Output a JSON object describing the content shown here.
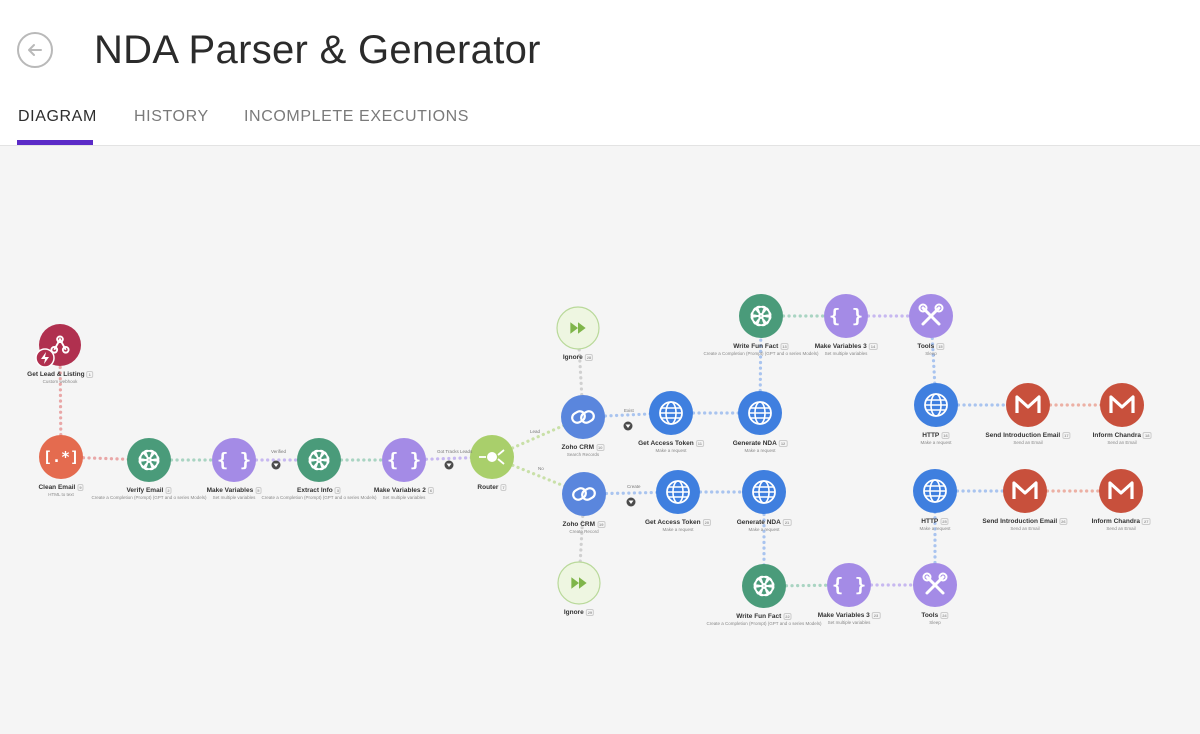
{
  "app": {
    "title": "NDA Parser & Generator"
  },
  "tabs": [
    {
      "label": "DIAGRAM",
      "active": true
    },
    {
      "label": "HISTORY",
      "active": false
    },
    {
      "label": "INCOMPLETE EXECUTIONS",
      "active": false
    }
  ],
  "colors": {
    "accent": "#5b2bc7",
    "webhook": "#b0304f",
    "text_parser": "#e46b4f",
    "openai": "#4a9b7a",
    "variables": "#a48be6",
    "router": "#a9cf6b",
    "zoho": "#5a86dd",
    "http": "#3f7fdf",
    "tools": "#a48be6",
    "gmail": "#c8503c",
    "ignore": "#a9cf6b"
  },
  "modules": [
    {
      "key": "get_lead",
      "label": "Get Lead & Listing",
      "sub": "Custom webhook",
      "icon": "webhook-icon",
      "color": "#b0304f",
      "id": "1"
    },
    {
      "key": "clean_email",
      "label": "Clean Email",
      "sub": "HTML to text",
      "icon": "text-parser-icon",
      "color": "#e46b4f",
      "id": "9"
    },
    {
      "key": "verify_email",
      "label": "Verify Email",
      "sub": "Create a Completion (Prompt) (GPT and o series Models)",
      "icon": "openai-icon",
      "color": "#4a9b7a",
      "id": "2"
    },
    {
      "key": "make_variables",
      "label": "Make Variables",
      "sub": "Set multiple variables",
      "icon": "variables-icon",
      "color": "#a48be6",
      "id": "5"
    },
    {
      "key": "extract_info",
      "label": "Extract Info",
      "sub": "Create a Completion (Prompt) (GPT and o series Models)",
      "icon": "openai-icon",
      "color": "#4a9b7a",
      "id": "3"
    },
    {
      "key": "make_variables_2",
      "label": "Make Variables 2",
      "sub": "Set multiple variables",
      "icon": "variables-icon",
      "color": "#a48be6",
      "id": "6"
    },
    {
      "key": "router",
      "label": "Router",
      "sub": "",
      "icon": "router-icon",
      "color": "#a9cf6b",
      "id": "7"
    },
    {
      "key": "ignore_top",
      "label": "Ignore",
      "sub": "",
      "icon": "ignore-icon",
      "color": "#eef6e1",
      "id": "28"
    },
    {
      "key": "zoho_top",
      "label": "Zoho CRM",
      "sub": "Search Records",
      "icon": "zoho-icon",
      "color": "#5a86dd",
      "id": "10"
    },
    {
      "key": "token_top",
      "label": "Get Access Token",
      "sub": "Make a request",
      "icon": "http-icon",
      "color": "#3f7fdf",
      "id": "11"
    },
    {
      "key": "nda_top",
      "label": "Generate NDA",
      "sub": "Make a request",
      "icon": "http-icon",
      "color": "#3f7fdf",
      "id": "12"
    },
    {
      "key": "fun_top",
      "label": "Write Fun Fact",
      "sub": "Create a Completion (Prompt) (GPT and o series Models)",
      "icon": "openai-icon",
      "color": "#4a9b7a",
      "id": "13"
    },
    {
      "key": "vars3_top",
      "label": "Make Variables 3",
      "sub": "Set multiple variables",
      "icon": "variables-icon",
      "color": "#a48be6",
      "id": "14"
    },
    {
      "key": "tools_top",
      "label": "Tools",
      "sub": "Sleep",
      "icon": "tools-icon",
      "color": "#a48be6",
      "id": "15"
    },
    {
      "key": "http_top",
      "label": "HTTP",
      "sub": "Make a request",
      "icon": "http-icon",
      "color": "#3f7fdf",
      "id": "16"
    },
    {
      "key": "send_top",
      "label": "Send Introduction Email",
      "sub": "Send an Email",
      "icon": "gmail-icon",
      "color": "#c8503c",
      "id": "17"
    },
    {
      "key": "inform_top",
      "label": "Inform Chandra",
      "sub": "Send an Email",
      "icon": "gmail-icon",
      "color": "#c8503c",
      "id": "18"
    },
    {
      "key": "zoho_bot",
      "label": "Zoho CRM",
      "sub": "Create Record",
      "icon": "zoho-icon",
      "color": "#5a86dd",
      "id": "19"
    },
    {
      "key": "token_bot",
      "label": "Get Access Token",
      "sub": "Make a request",
      "icon": "http-icon",
      "color": "#3f7fdf",
      "id": "20"
    },
    {
      "key": "nda_bot",
      "label": "Generate NDA",
      "sub": "Make a request",
      "icon": "http-icon",
      "color": "#3f7fdf",
      "id": "21"
    },
    {
      "key": "http_bot",
      "label": "HTTP",
      "sub": "Make a request",
      "icon": "http-icon",
      "color": "#3f7fdf",
      "id": "25"
    },
    {
      "key": "send_bot",
      "label": "Send Introduction Email",
      "sub": "Send an Email",
      "icon": "gmail-icon",
      "color": "#c8503c",
      "id": "26"
    },
    {
      "key": "inform_bot",
      "label": "Inform Chandra",
      "sub": "Send an Email",
      "icon": "gmail-icon",
      "color": "#c8503c",
      "id": "27"
    },
    {
      "key": "ignore_bot",
      "label": "Ignore",
      "sub": "",
      "icon": "ignore-icon",
      "color": "#eef6e1",
      "id": "29"
    },
    {
      "key": "fun_bot",
      "label": "Write Fun Fact",
      "sub": "Create a Completion (Prompt) (GPT and o series Models)",
      "icon": "openai-icon",
      "color": "#4a9b7a",
      "id": "22"
    },
    {
      "key": "vars3_bot",
      "label": "Make Variables 3",
      "sub": "Set multiple variables",
      "icon": "variables-icon",
      "color": "#a48be6",
      "id": "23"
    },
    {
      "key": "tools_bot",
      "label": "Tools",
      "sub": "Sleep",
      "icon": "tools-icon",
      "color": "#a48be6",
      "id": "24"
    }
  ],
  "edge_notes": {
    "verified": "Verified",
    "got_info": "Got Tracks Leads",
    "lead": "Lead",
    "exist": "Exist",
    "no": "No",
    "create": "Create"
  }
}
